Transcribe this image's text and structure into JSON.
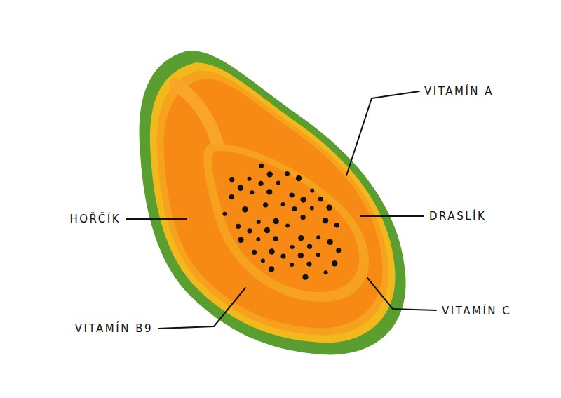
{
  "diagram": {
    "labels": [
      "VITAMÍN A",
      "HOŘČÍK",
      "DRASLÍK",
      "VITAMÍN C",
      "VITAMÍN B9"
    ]
  }
}
